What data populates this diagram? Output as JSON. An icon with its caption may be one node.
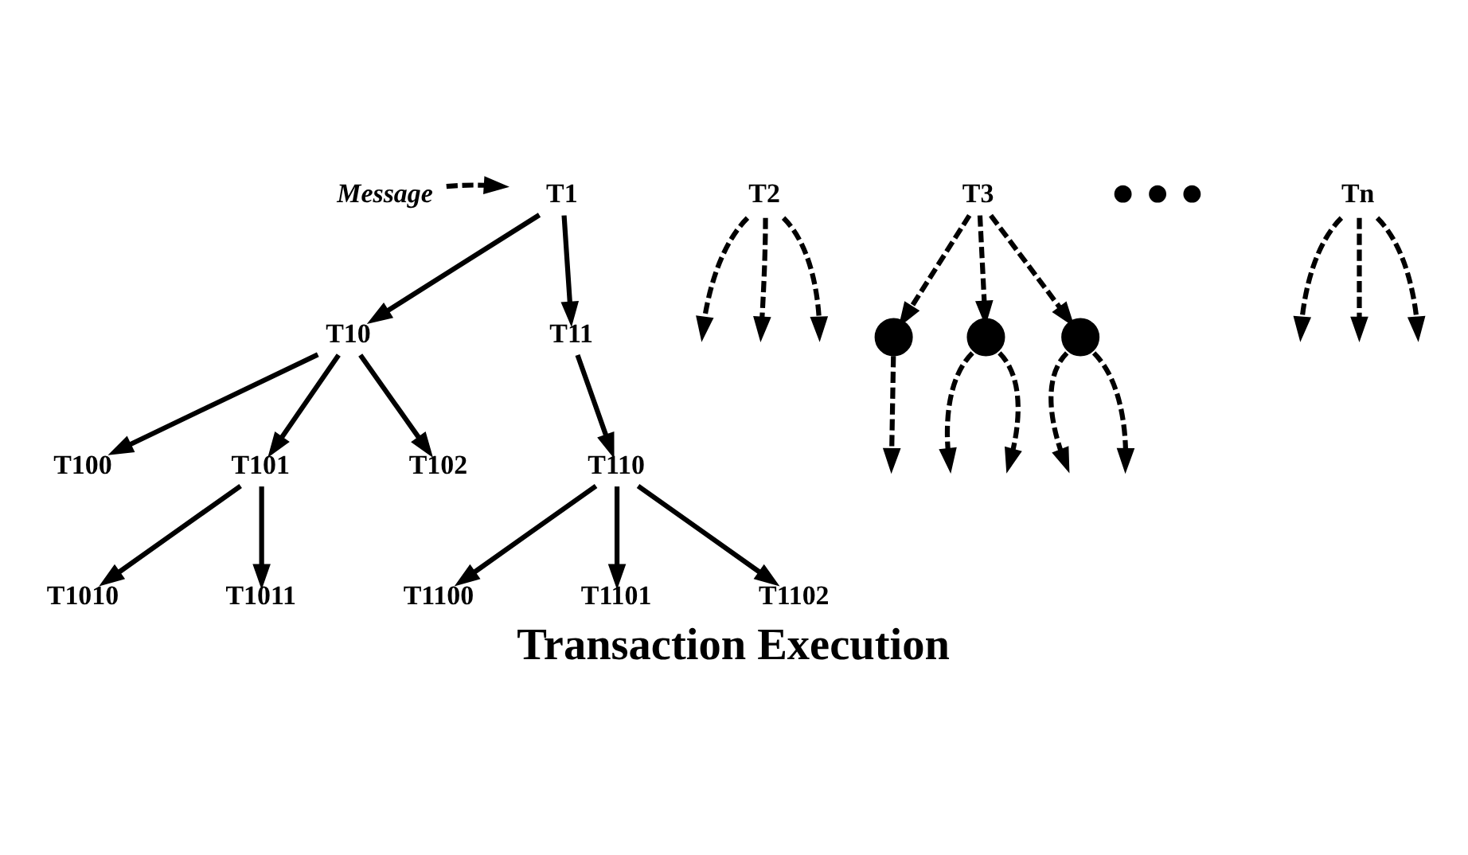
{
  "diagram": {
    "caption": "Transaction Execution",
    "nodes": [
      {
        "text": [
          "Message"
        ]
      },
      {
        "text": [
          "T1"
        ]
      },
      {
        "text": [
          "T10"
        ]
      },
      {
        "text": [
          "T11"
        ]
      },
      {
        "text": [
          "T100"
        ]
      },
      {
        "text": [
          "T101"
        ]
      },
      {
        "text": [
          "T102"
        ]
      },
      {
        "text": [
          "T110"
        ]
      },
      {
        "text": [
          "T1010"
        ]
      },
      {
        "text": [
          "T1011"
        ]
      },
      {
        "text": [
          "T1100"
        ]
      },
      {
        "text": [
          "T1101"
        ]
      },
      {
        "text": [
          "T1102"
        ]
      },
      {
        "text": [
          "T2"
        ]
      },
      {
        "text": [
          "T3"
        ]
      },
      {
        "text": [
          "Tn"
        ]
      },
      {
        "text": [],
        "shape": "point"
      },
      {
        "text": [],
        "shape": "point"
      },
      {
        "text": [],
        "shape": "point"
      }
    ],
    "edges": [
      {
        "from": 0,
        "to": 1,
        "arrow": "to",
        "style": "dashed"
      },
      {
        "from": 1,
        "to": 2,
        "arrow": "to"
      },
      {
        "from": 1,
        "to": 3,
        "arrow": "to"
      },
      {
        "from": 2,
        "to": 4,
        "arrow": "to"
      },
      {
        "from": 2,
        "to": 5,
        "arrow": "to"
      },
      {
        "from": 2,
        "to": 6,
        "arrow": "to"
      },
      {
        "from": 3,
        "to": 7,
        "arrow": "to"
      },
      {
        "from": 5,
        "to": 8,
        "arrow": "to"
      },
      {
        "from": 5,
        "to": 9,
        "arrow": "to"
      },
      {
        "from": 7,
        "to": 10,
        "arrow": "to"
      },
      {
        "from": 7,
        "to": 11,
        "arrow": "to"
      },
      {
        "from": 7,
        "to": 12,
        "arrow": "to"
      },
      {
        "from": 13,
        "to": null,
        "arrow": "to",
        "style": "dashed"
      },
      {
        "from": 13,
        "to": null,
        "arrow": "to",
        "style": "dashed"
      },
      {
        "from": 13,
        "to": null,
        "arrow": "to",
        "style": "dashed"
      },
      {
        "from": 14,
        "to": 16,
        "arrow": "to",
        "style": "dashed"
      },
      {
        "from": 14,
        "to": 17,
        "arrow": "to",
        "style": "dashed"
      },
      {
        "from": 14,
        "to": 18,
        "arrow": "to",
        "style": "dashed"
      },
      {
        "from": 16,
        "to": null,
        "arrow": "to",
        "style": "dashed"
      },
      {
        "from": 17,
        "to": null,
        "arrow": "to",
        "style": "dashed"
      },
      {
        "from": 17,
        "to": null,
        "arrow": "to",
        "style": "dashed"
      },
      {
        "from": 18,
        "to": null,
        "arrow": "to",
        "style": "dashed"
      },
      {
        "from": 18,
        "to": null,
        "arrow": "to",
        "style": "dashed"
      },
      {
        "from": 15,
        "to": null,
        "arrow": "to",
        "style": "dashed"
      },
      {
        "from": 15,
        "to": null,
        "arrow": "to",
        "style": "dashed"
      },
      {
        "from": 15,
        "to": null,
        "arrow": "to",
        "style": "dashed"
      }
    ],
    "labels": [
      "● ● ●"
    ]
  }
}
